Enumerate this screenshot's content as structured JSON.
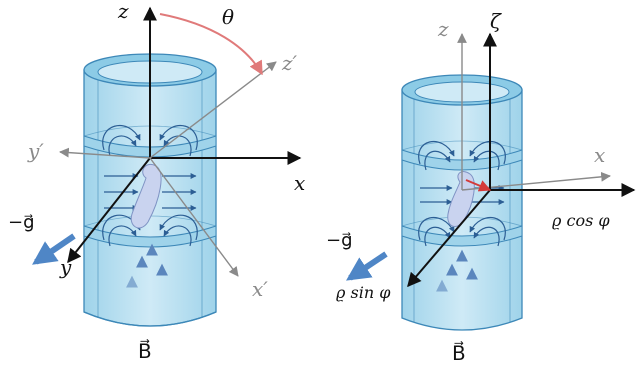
{
  "colors": {
    "cylinder_fill": "#bfe4f2",
    "cylinder_rim": "#8ccbe6",
    "cylinder_edge": "#3d88b8",
    "ring_band": "#9fd3ea",
    "field_line": "#2c5e94",
    "axis_black": "#111111",
    "axis_grey": "#8a8a8a",
    "theta_arc": "#e07a7a",
    "rho_arrow": "#d43a3a",
    "gravity_arrow": "#4f86c6",
    "b_arrow": "#5b86bd",
    "bubble": "#c9d3ef"
  },
  "left_panel": {
    "axis_z": "z",
    "axis_x": "x",
    "axis_y": "y",
    "axis_z_prime": "z′",
    "axis_x_prime": "x′",
    "axis_y_prime": "y′",
    "angle": "θ",
    "gravity": "−g⃗",
    "field": "B⃗"
  },
  "right_panel": {
    "axis_z": "z",
    "axis_zeta": "ζ",
    "axis_x": "x",
    "rho_cos": "ϱ cos φ",
    "rho_sin": "ϱ sin φ",
    "gravity": "−g⃗",
    "field": "B⃗"
  }
}
